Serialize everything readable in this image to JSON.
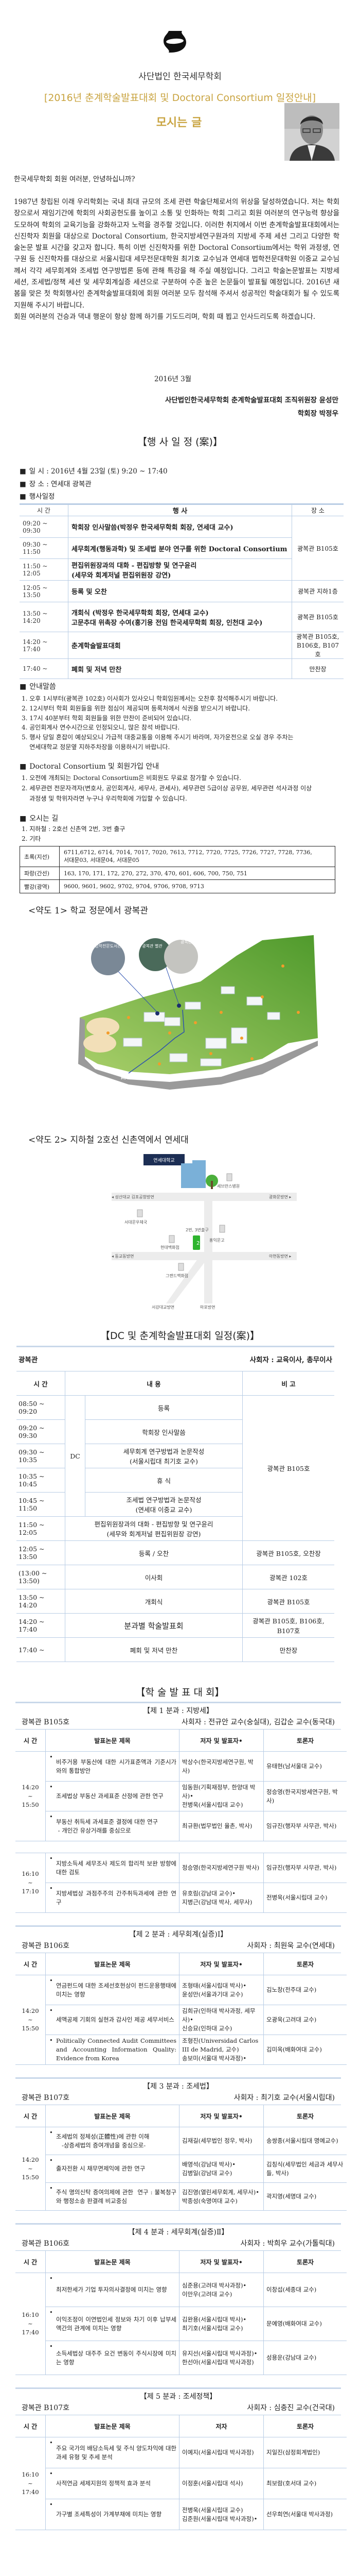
{
  "header": {
    "org": "사단법인 한국세무학회",
    "title": "[2016년 춘계학술발표대회 및 Doctoral Consortium 일정안내]",
    "subtitle": "모시는 글"
  },
  "letter": {
    "greeting": "한국세무학회 회원 여러분, 안녕하십니까?",
    "body": "1987년 창립된 이래 우리학회는 국내 최대 규모의 조세 관련 학술단체로서의 위상을 달성하였습니다. 저는 학회장으로서 재임기간에 학회의 사회공헌도를 높이고 소통 및 인화하는 학회 그리고 회원 여러분의 연구능력 향상을 도모하여 학회의 교육기능을 강화하고자 노력을 경주할 것입니다. 이러한 취지에서 이번 춘계학술발표대회에서는 신진학자 회원을 대상으로 Doctoral Consortium, 한국지방세연구원과의 지방세 주제 세션 그리고 다양한 학술논문 발표 시간을 갖고자 합니다. 특히 이번 신진학자를 위한 Doctoral Consortium에서는 학위 과정생, 연구원 등 신진학자를 대상으로 서울시립대 세무전문대학원 최기호 교수님과 연세대 법학전문대학원 이중교 교수님께서 각각 세무회계와 조세법 연구방법론 등에 관해 특강을 해 주실 예정입니다. 그리고 학술논문발표는 지방세 세션, 조세법/정책 세션 및 세무회계실증 세션으로 구분하여 수준 높은 논문들이 발표될 예정입니다. 2016년 새 봄을 맞은 첫 학회행사인 춘계학술발표대회에 회원 여러분 모두 참석해 주셔서 성공적인 학술대회가 될 수 있도록 지원해 주시기 바랍니다.",
    "closing": "회원 여러분의 건승과 댁내 행운이 항상 함께 하기를 기도드리며, 학회 때 뵙고 인사드리도록 하겠습니다.",
    "date": "2016년  3월",
    "signature1": "사단법인한국세무학회  춘계학술발표대회 조직위원장 윤성만",
    "signature2": "학회장  박정우"
  },
  "event": {
    "section_title": "【행 사 일 정 (案)】",
    "datetime": "일    시 : 2016년 4월 23일 (토) 9:20  ~ 17:40",
    "venue": "장    소 : 연세대 광복관",
    "schedule_label": "행사일정",
    "headers": [
      "시  간",
      "행          사",
      "장    소"
    ],
    "rows": [
      {
        "time": "09:20 ~ 09:30",
        "event": "학회장 인사말씀(박정우 한국세무학회 회장, 연세대 교수)"
      },
      {
        "time": "09:30 ~ 11:50",
        "event": "세무회계(행동과학) 및 조세법 분야 연구를 위한 Doctoral Consortium"
      },
      {
        "time": "11:50 ~ 12:05",
        "event": "편집위원장과의 대화 - 편집방향 및 연구윤리",
        "event2": "(세무와 회계저널 편집위원장 강연)"
      },
      {
        "time": "12:05 ~ 13:50",
        "event": "등록 및 오찬",
        "place": "광복관 지하1층"
      },
      {
        "time": "13:50 ~ 14:20",
        "event": "개회식 (박정우 한국세무학회 회장, 연세대 교수)",
        "event2": "고문추대 위촉장 수여(홍기용 전임 한국세무학회 회장, 인천대 교수)",
        "place": "광복관 B105호"
      },
      {
        "time": "14:20 ~ 17:40",
        "event": "춘계학술발표대회",
        "place": "광복관 B105호,",
        "place2": "B106호, B107호"
      },
      {
        "time": "17:40 ~",
        "event": "폐회 및 저녁 만찬",
        "place": "만찬장"
      }
    ],
    "morning_place": "광복관 B105호"
  },
  "notices": {
    "title": "안내말씀",
    "items": [
      "1. 오후 1시부터(광복관 102호) 이사회가 있사오니 학회임원께서는 오찬후 참석해주시기 바랍니다.",
      "2. 12시부터 학회 회원들을 위한 점심이 제공되며 등록처에서 식권을 받으시기 바랍니다.",
      "3. 17시 40분부터 학회 회원들을 위한 만찬이 준비되어 있습니다.",
      "4. 공인회계사 연수시간으로 인정되오니, 많은 참석 바랍니다.",
      "5. 행사 당일 혼잡이 예상되오니 가급적 대중교통을 이용해 주시기 바라며, 자가운전으로 오실 경우 주차는",
      "    연세대학교 정문옆 지하주차장을 이용하시기 바랍니다."
    ]
  },
  "membership": {
    "title": "Doctoral Consortium 및 회원가입 안내",
    "items": [
      "1. 오전에 개최되는 Doctoral Consortium은 비회원도 무료로 참가할 수 있습니다.",
      "2. 세무관련 전문자격자(변호사, 공인회계사, 세무사, 관세사), 세무관련 5급이상 공무원, 세무관련 석사과정 이상",
      "    과정생 및 학위자라면 누구나 우리학회에 가입할 수 있습니다."
    ]
  },
  "directions": {
    "title": "오시는 길",
    "items": [
      "1. 지하철 : 2호선 신촌역 2번, 3번 출구",
      "2. 기타"
    ],
    "bus": [
      {
        "type": "초록(지선)",
        "routes": "6711,6712, 6714, 7014, 7017, 7020, 7613, 7712, 7720, 7725, 7726, 7727, 7728, 7736,",
        "routes2": "서대문03, 서대문04, 서대문05"
      },
      {
        "type": "파랑(간선)",
        "routes": "163, 170, 171, 172, 270, 272, 370, 470, 601, 606, 700, 750, 751"
      },
      {
        "type": "빨강(광역)",
        "routes": "9600, 9601, 9602, 9702, 9704, 9706, 9708, 9713"
      }
    ],
    "map1": {
      "caption": "<약도 1> 학교 정문에서 광복관",
      "labels": {
        "law_library": "법학전문도서관",
        "annex": "광복관 별관",
        "main": "광복관",
        "gate": "MAIN GATE"
      }
    },
    "map2": {
      "caption": "<약도 2> 지하철 2호선 신촌역에서 연세대",
      "labels": {
        "yonsei": "연세대학교",
        "severance": "세브란스병원",
        "west_top": "◂ 성산대교 김포공항방면",
        "east_top": "광화문방면 ▸",
        "post": "서대문우체국",
        "exit": "2번, 3번출구",
        "hongik": "홍익문고",
        "hyundai": "현대백화점",
        "west_mid": "◂ 동교동방면",
        "east_mid": "아현동방면 ▸",
        "grand": "그랜드백화점",
        "sogang": "서강대교방면",
        "mapo": "마포방면",
        "line": "2"
      }
    }
  },
  "dc_schedule": {
    "title": "【DC 및 춘계학술발표대회 일정(案)】",
    "location": "광복관",
    "moderator": "사회자 : 교육이사, 총무이사",
    "headers": [
      "시  간",
      "내        용",
      "비      고"
    ],
    "dc_label": "DC",
    "rows": [
      {
        "time": "08:50 ~ 09:20",
        "content": "등록"
      },
      {
        "time": "09:20 ~ 09:30",
        "content": "학회장 인사말씀"
      },
      {
        "time": "09:30 ~ 10:35",
        "content": "세무회계 연구방법과 논문작성",
        "content2": "(서울시립대 최기호 교수)"
      },
      {
        "time": "10:35 ~ 10:45",
        "content": "휴 식"
      },
      {
        "time": "10:45 ~ 11:50",
        "content": "조세법 연구방법과 논문작성",
        "content2": "(연세대 이중교 교수)"
      },
      {
        "time": "11:50 ~ 12:05",
        "content": "편집위원장과의 대화 - 편집방향 및 연구윤리",
        "content2": "(세무와 회계저널 편집위원장 강연)"
      },
      {
        "time": "12:05 ~ 13:50",
        "content": "등록 / 오찬",
        "note": "광복관 B105호, 오찬장"
      },
      {
        "time": "(13:00 ~ 13:50)",
        "content": "이사회",
        "note": "광복관 102호"
      },
      {
        "time": "13:50 ~ 14:20",
        "content": "개회식",
        "note": "광복관 B105호"
      },
      {
        "time": "14:20 ~ 17:40",
        "content": "분과별 학술발표회",
        "note": "광복관 B105호, B106호,",
        "note2": "B107호"
      },
      {
        "time": "17:40 ~",
        "content": "폐회 및 저녁 만찬",
        "note": "만찬장"
      }
    ],
    "morning_note": "광복관 B105호"
  },
  "conference": {
    "title": "【학 술 발 표 대 회】",
    "sessions": [
      {
        "title": "【제 1 분과 : 지방세】",
        "room": "광복관 B105호",
        "moderator": "사회자 : 전규안 교수(숭실대), 김갑순 교수(동국대)",
        "headers": [
          "시  간",
          "발표논문 제목",
          "저자 및 발표자•",
          "토론자"
        ],
        "blocks": [
          {
            "time": [
              "14:20",
              "~",
              "15:50"
            ],
            "papers": [
              {
                "title": [
                  "비주거용 부동산에 대한 시가표준액과 기준시가와의 통합방안"
                ],
                "authors": [
                  "박상수(한국지방세연구원, 박사)"
                ],
                "discussant": [
                  "유태현(남서울대 교수)"
                ]
              },
              {
                "title": [
                  "조세법상 부동산 과세표준 산정에 관한 연구"
                ],
                "authors": [
                  "임동원(기획재정부, 한양대 박사)•",
                  "전병욱(서울시립대 교수)"
                ],
                "discussant": [
                  "정승영(한국지방세연구원, 박사)"
                ]
              },
              {
                "title": [
                  "부동산 취득세 과세표준 결정에 대한 연구",
                  " - 개인간 유상거래를 중심으로"
                ],
                "authors": [
                  "최규환(법무법인 율촌, 박사)"
                ],
                "discussant": [
                  "임규진(행자부 사무관, 박사)"
                ]
              }
            ]
          },
          {
            "time": [
              "16:10",
              "~",
              "17:10"
            ],
            "papers": [
              {
                "title": [
                  "지방소득세 세무조사 제도의 합리적 보완 방향에 대한 검토"
                ],
                "authors": [
                  "정승영(한국지방세연구원 박사)"
                ],
                "discussant": [
                  "임규진(행자부 사무관, 박사)"
                ]
              },
              {
                "title": [
                  "지방세법상 과점주주의 간주취득과세에 관한 연구"
                ],
                "authors": [
                  "유호림(강남대 교수)•",
                  "지병근(강남대 박사, 세무사)"
                ],
                "discussant": [
                  "전병욱(서울시립대 교수)"
                ]
              }
            ]
          }
        ]
      },
      {
        "title": "【제 2 분과 : 세무회계(실증)Ⅰ】",
        "room": "광복관 B106호",
        "moderator": "사회자 : 최원욱 교수(연세대)",
        "headers": [
          "시  간",
          "발표논문 제목",
          "저자 및 발표자•",
          "토론자"
        ],
        "blocks": [
          {
            "time": [
              "14:20",
              "~",
              "15:50"
            ],
            "papers": [
              {
                "title": [
                  "연금펀드에 대한 조세선호현상이 펀드운용행태에 미치는 영향"
                ],
                "authors": [
                  "조형태(서울시립대 박사)•",
                  "윤성만(서울과기대 교수)"
                ],
                "discussant": [
                  "김노창(전주대 교수)"
                ]
              },
              {
                "title": [
                  "세액공제 기회의 실현과 감사인 제공 세무서비스"
                ],
                "authors": [
                  "김희규(인하대 박사과정, 세무사)•",
                  "신승묘(인하대 교수)"
                ],
                "discussant": [
                  "오광욱(고려대 교수)"
                ]
              },
              {
                "title": [
                  "Politically Connected Audit Committees and Accounting Information Quality: Evidence from Korea"
                ],
                "authors": [
                  "조형진(Universidad Carlos III de Madrid, 교수)",
                  "송보미(서울대 박사과정)•"
                ],
                "discussant": [
                  "김미옥(배화여대 교수)"
                ]
              }
            ]
          }
        ]
      },
      {
        "title": "【제 3 분과 : 조세법】",
        "room": "광복관 B107호",
        "moderator": "사회자 : 최기호 교수(서울시립대)",
        "headers": [
          "시  간",
          "발표논문 제목",
          "저자 및 발표자•",
          "토론자"
        ],
        "blocks": [
          {
            "time": [
              "14:20",
              "~",
              "15:50"
            ],
            "papers": [
              {
                "title": [
                  "조세법의 정체성(正體性)에 관한 이해",
                  "   -상증세법의 증여개념을 중심으로-"
                ],
                "authors": [
                  "김재길(세무법인 정우, 박사)"
                ],
                "discussant": [
                  "송쌍종(서울시립대 명예교수)"
                ]
              },
              {
                "title": [
                  "출자전환 시 채무면제익에 관한 연구"
                ],
                "authors": [
                  "배영석(강남대 박사)•",
                  "김병일(강남대 교수)"
                ],
                "discussant": [
                  "김칭식(세무법인 세금과 세무사들, 박사)"
                ]
              },
              {
                "title": [
                  "주식 명의신탁 증여의제에 관한  연구 : 불복청구와 행정소송 판결례 비교중심"
                ],
                "authors": [
                  "김진영(열린세무회계, 세무사)•",
                  "박종성(숙명여대 교수)"
                ],
                "discussant": [
                  "곽지영(세명대 교수)"
                ]
              }
            ]
          }
        ]
      },
      {
        "title": "【제 4 분과 : 세무회계(실증)Ⅱ】",
        "room": "광복관 B106호",
        "moderator": "사회자 : 박희우 교수(가톨릭대)",
        "headers": [
          "시  간",
          "발표논문 제목",
          "저자 및 발표자•",
          "토론자"
        ],
        "blocks": [
          {
            "time": [
              "16:10",
              "~",
              "17:40"
            ],
            "papers": [
              {
                "title": [
                  "최저한세가 기업 투자의사결정에 미치는 영향"
                ],
                "authors": [
                  "심준용(고려대 박사과정)•",
                  "이만우(고려대 교수)"
                ],
                "discussant": [
                  "이창섭(세종대 교수)"
                ]
              },
              {
                "title": [
                  "이익조정이 이연법인세 정보와 차기 이후 납부세액간의 관계에 미치는 영향"
                ],
                "authors": [
                  "김완용(서울시립대 박사)•",
                  "최기호(서울시립대 교수)"
                ],
                "discussant": [
                  "문예영(배화여대 교수)"
                ]
              },
              {
                "title": [
                  "소득세법상 대주주 요건 변동이 주식시장에 미치는 영향"
                ],
                "authors": [
                  "유지선(서울시립대 박사과정)•",
                  "한선아(서울시립대 박사과정)"
                ],
                "discussant": [
                  "성용운(강남대 교수)"
                ]
              }
            ]
          }
        ]
      },
      {
        "title": "【제 5 분과 : 조세정책】",
        "room": "광복관 B107호",
        "moderator": "사회자 : 심충진 교수(건국대)",
        "headers": [
          "시  간",
          "발표논문 제목",
          "저자",
          "토론자"
        ],
        "blocks": [
          {
            "time": [
              "16:10",
              "~",
              "17:40"
            ],
            "papers": [
              {
                "title": [
                  "주요 국가의 배당소득세 및 주식 양도차익에 대한 과세 유형 및 추세 분석"
                ],
                "authors": [
                  "이예지(서울시립대 박사과정)"
                ],
                "discussant": [
                  "지일진(삼정회계법인)"
                ]
              },
              {
                "title": [
                  "사적연금 세제지원의 정책적 효과 분석"
                ],
                "authors": [
                  "이정훈(서울시립대 석사)"
                ],
                "discussant": [
                  "최보람(호서대 교수)"
                ]
              },
              {
                "title": [
                  "가구별 조세특성이 가계부채에 미치는 영향"
                ],
                "authors": [
                  "전병욱(서울시립대 교수)",
                  "김준원(서울시립대 박사과정)•"
                ],
                "discussant": [
                  "선우희연(서울대 박사과정)"
                ]
              }
            ]
          }
        ]
      }
    ]
  },
  "colors": {
    "accent": "#c9a441",
    "table_border": "#b9cde5"
  }
}
